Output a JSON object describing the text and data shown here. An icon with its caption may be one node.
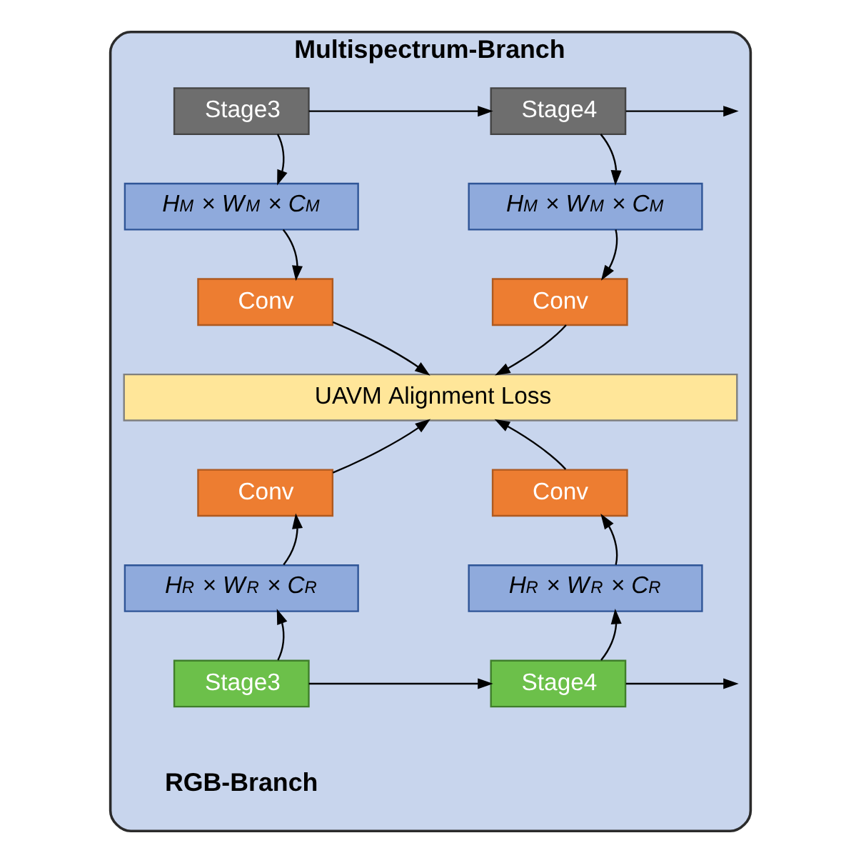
{
  "diagram": {
    "nodes": [
      {
        "text": [
          "Multispectrum-Branch"
        ]
      },
      {
        "text": [
          "Stage3"
        ],
        "in": 0
      },
      {
        "text": [
          "Stage4"
        ],
        "in": 0
      },
      {
        "text": [
          "H$_{M}$ × W$_{M}$ × C$_{M}$"
        ],
        "in": 0
      },
      {
        "text": [
          "H$_{M}$ × W$_{M}$ × C$_{M}$"
        ],
        "in": 0
      },
      {
        "text": [
          "Conv"
        ],
        "in": 0
      },
      {
        "text": [
          "Conv"
        ],
        "in": 0
      },
      {
        "text": [
          "UAVM Alignment Loss"
        ],
        "in": 0
      },
      {
        "text": [
          "Conv"
        ],
        "in": 0
      },
      {
        "text": [
          "Conv"
        ],
        "in": 0
      },
      {
        "text": [
          "H$_{R}$ × W$_{R}$ × C$_{R}$"
        ],
        "in": 0
      },
      {
        "text": [
          "H$_{R}$ × W$_{R}$ × C$_{R}$"
        ],
        "in": 0
      },
      {
        "text": [
          "Stage3"
        ],
        "in": 0
      },
      {
        "text": [
          "Stage4"
        ],
        "in": 0
      }
    ],
    "edges": [
      {
        "from": 1,
        "to": 2,
        "arrow": "to"
      },
      {
        "from": 1,
        "to": 3,
        "arrow": "to"
      },
      {
        "from": 2,
        "to": null,
        "arrow": "to"
      },
      {
        "from": 2,
        "to": 4,
        "arrow": "to"
      },
      {
        "from": 3,
        "to": 5,
        "arrow": "to"
      },
      {
        "from": 4,
        "to": 6,
        "arrow": "to"
      },
      {
        "from": 5,
        "to": 7,
        "arrow": "to"
      },
      {
        "from": 6,
        "to": 7,
        "arrow": "to"
      },
      {
        "from": 12,
        "to": 13,
        "arrow": "to"
      },
      {
        "from": 12,
        "to": 10,
        "arrow": "to"
      },
      {
        "from": 13,
        "to": null,
        "arrow": "to"
      },
      {
        "from": 13,
        "to": 11,
        "arrow": "to"
      },
      {
        "from": 10,
        "to": 8,
        "arrow": "to"
      },
      {
        "from": 11,
        "to": 9,
        "arrow": "to"
      },
      {
        "from": 8,
        "to": 7,
        "arrow": "to"
      },
      {
        "from": 9,
        "to": 7,
        "arrow": "to"
      }
    ],
    "labels": [
      "RGB-Branch"
    ]
  }
}
